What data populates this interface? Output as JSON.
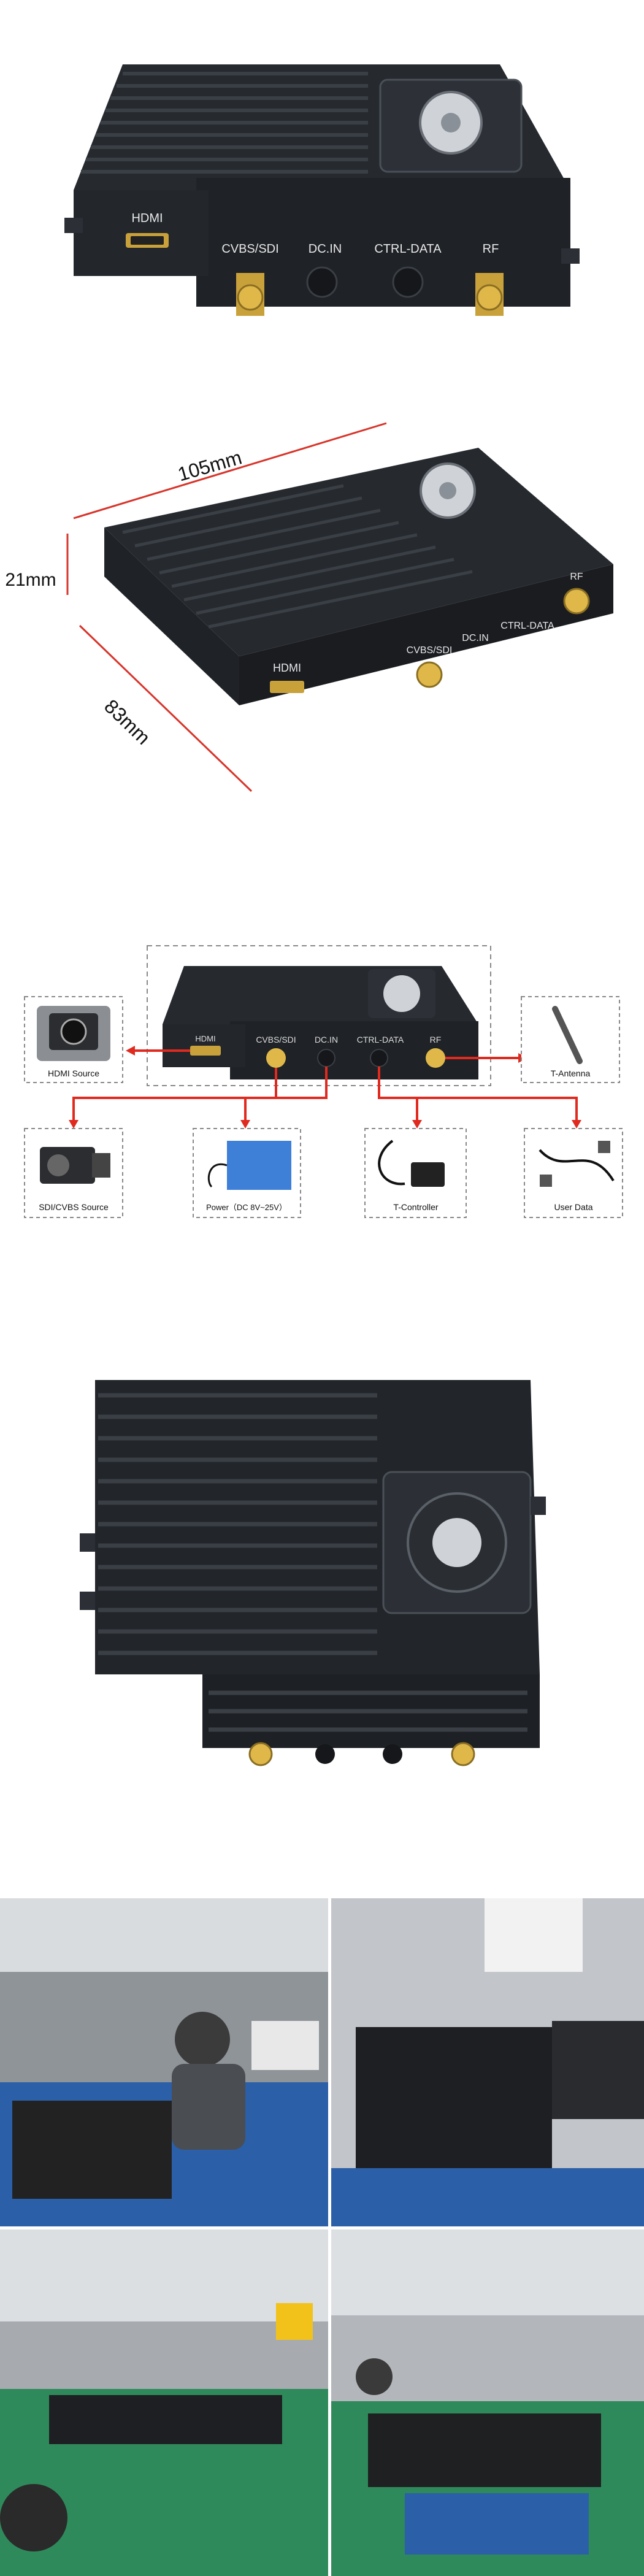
{
  "product": {
    "ports": {
      "hdmi": "HDMI",
      "cvbs_sdi": "CVBS/SDI",
      "dc_in": "DC.IN",
      "ctrl_data": "CTRL-DATA",
      "rf": "RF"
    }
  },
  "dimensions": {
    "length": "105mm",
    "height": "21mm",
    "width": "83mm"
  },
  "connection_diagram": {
    "hdmi_source": "HDMI Source",
    "t_antenna": "T-Antenna",
    "sdi_cvbs_source": "SDI/CVBS Source",
    "power": "Power（DC 8V~25V）",
    "t_controller": "T-Controller",
    "user_data": "User Data"
  },
  "colors": {
    "device_body": "#1f2226",
    "fin_highlight": "#3a3f46",
    "connector_gold": "#c9a13b",
    "arrow_red": "#e02a1f",
    "dim_red": "#d8342a",
    "workbench_blue": "#2b5fa8",
    "bench_green": "#2f8a5b"
  },
  "icons": [
    "fan-icon",
    "antenna-icon",
    "camera-icon",
    "battery-icon",
    "cable-icon"
  ]
}
